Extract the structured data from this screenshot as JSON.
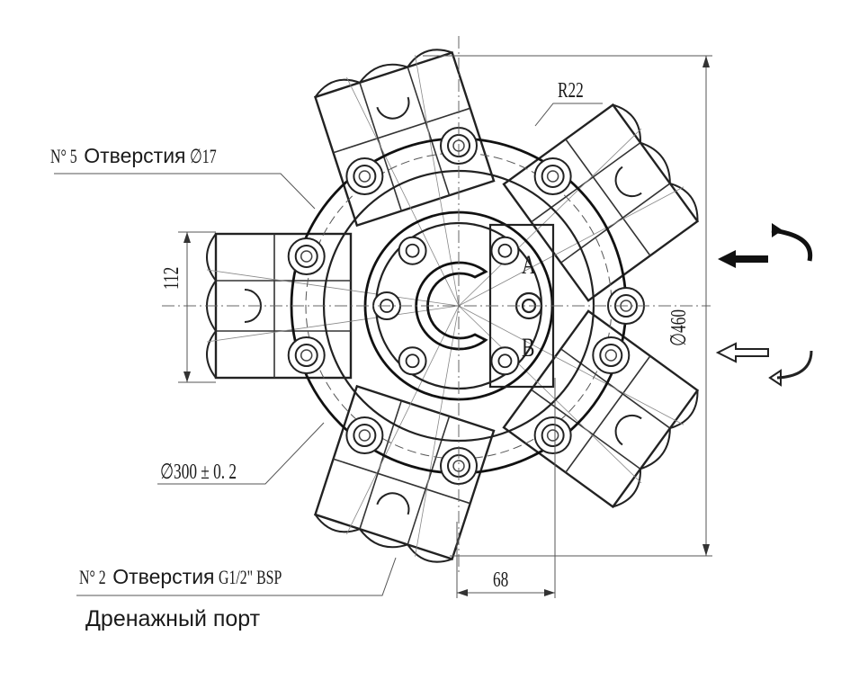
{
  "labels": {
    "holes5_prefix": "N° 5",
    "holes5_word": "Отверстия",
    "holes5_size": "∅17",
    "holes2_prefix": "N° 2",
    "holes2_word": "Отверстия",
    "holes2_size": "G1/2\" BSP",
    "drain": "Дренажный порт",
    "dim_112": "112",
    "dim_460": "∅460",
    "dim_300": "∅300 ± 0. 2",
    "dim_68": "68",
    "radius": "R22",
    "port_a": "A",
    "port_b": "B"
  },
  "colors": {
    "line": "#222222",
    "thin_line": "#555555",
    "background": "#ffffff"
  },
  "icons": {
    "flow_in": "filled-arrow-left-icon",
    "flow_out": "outline-arrow-left-icon",
    "rotation_cw": "curved-arrow-icon",
    "rotation_ccw": "curved-outline-arrow-icon"
  }
}
